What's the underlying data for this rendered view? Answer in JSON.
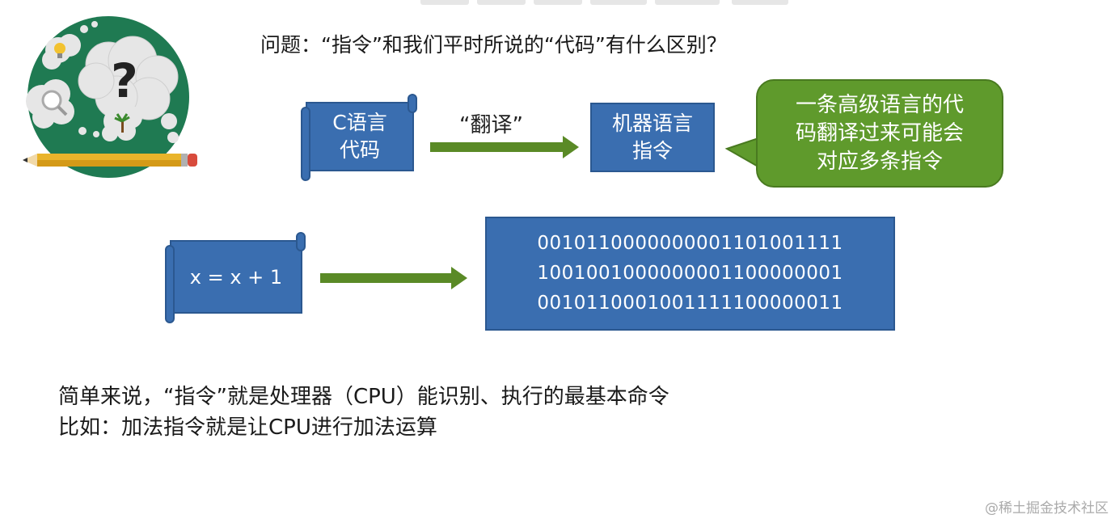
{
  "question": "问题：“指令”和我们平时所说的“代码”有什么区别？",
  "c_code_box": {
    "line1": "C语言",
    "line2": "代码"
  },
  "translate_label": "“翻译”",
  "machine_box": {
    "line1": "机器语言",
    "line2": "指令"
  },
  "bubble": {
    "line1": "一条高级语言的代",
    "line2": "码翻译过来可能会",
    "line3": "对应多条指令"
  },
  "expression": "x = x + 1",
  "binary_lines": [
    "0010110000000001101001111",
    "1001001000000001100000001",
    "0010110001001111100000011"
  ],
  "paragraph": {
    "line1": "简单来说，“指令”就是处理器（CPU）能识别、执行的最基本命令",
    "line2": "比如：加法指令就是让CPU进行加法运算"
  },
  "watermark": "@稀土掘金技术社区",
  "colors": {
    "box_blue": "#3a6eb0",
    "arrow_green": "#5a8a26",
    "bubble_green": "#5f9a2c",
    "emblem_green": "#1f7a52"
  },
  "icons": [
    "question-thought-emblem-icon",
    "arrow-right-icon"
  ]
}
